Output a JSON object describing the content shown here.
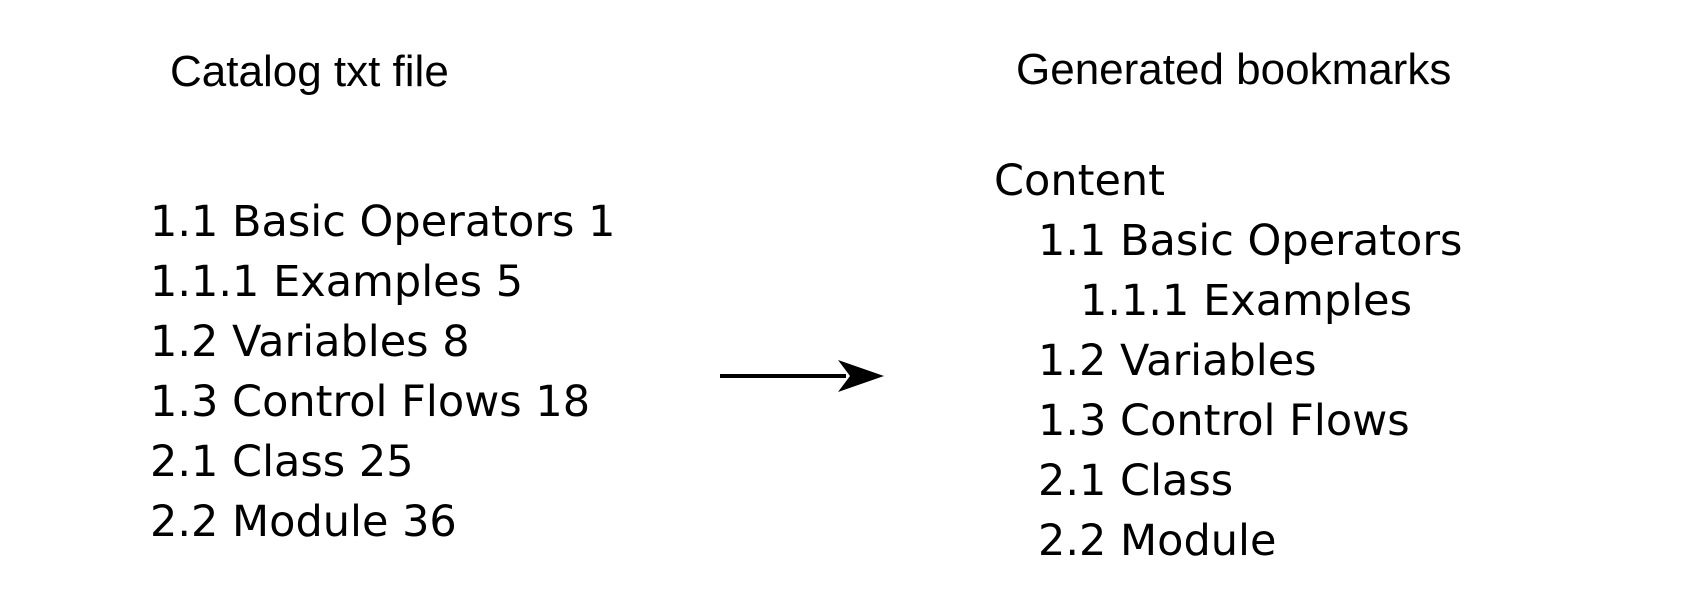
{
  "left_panel": {
    "title": "Catalog txt file",
    "entries": [
      "1.1 Basic Operators 1",
      "1.1.1 Examples 5",
      "1.2 Variables 8",
      "1.3 Control Flows 18",
      "2.1 Class 25",
      "2.2 Module 36"
    ]
  },
  "right_panel": {
    "title": "Generated bookmarks",
    "root": "Content",
    "entries": [
      "1.1 Basic Operators",
      "1.1.1 Examples",
      "1.2 Variables",
      "1.3 Control Flows",
      "2.1 Class",
      "2.2 Module"
    ]
  },
  "colors": {
    "text": "#000000",
    "background": "#ffffff"
  },
  "icons": {
    "arrow": "right-arrow-icon"
  }
}
